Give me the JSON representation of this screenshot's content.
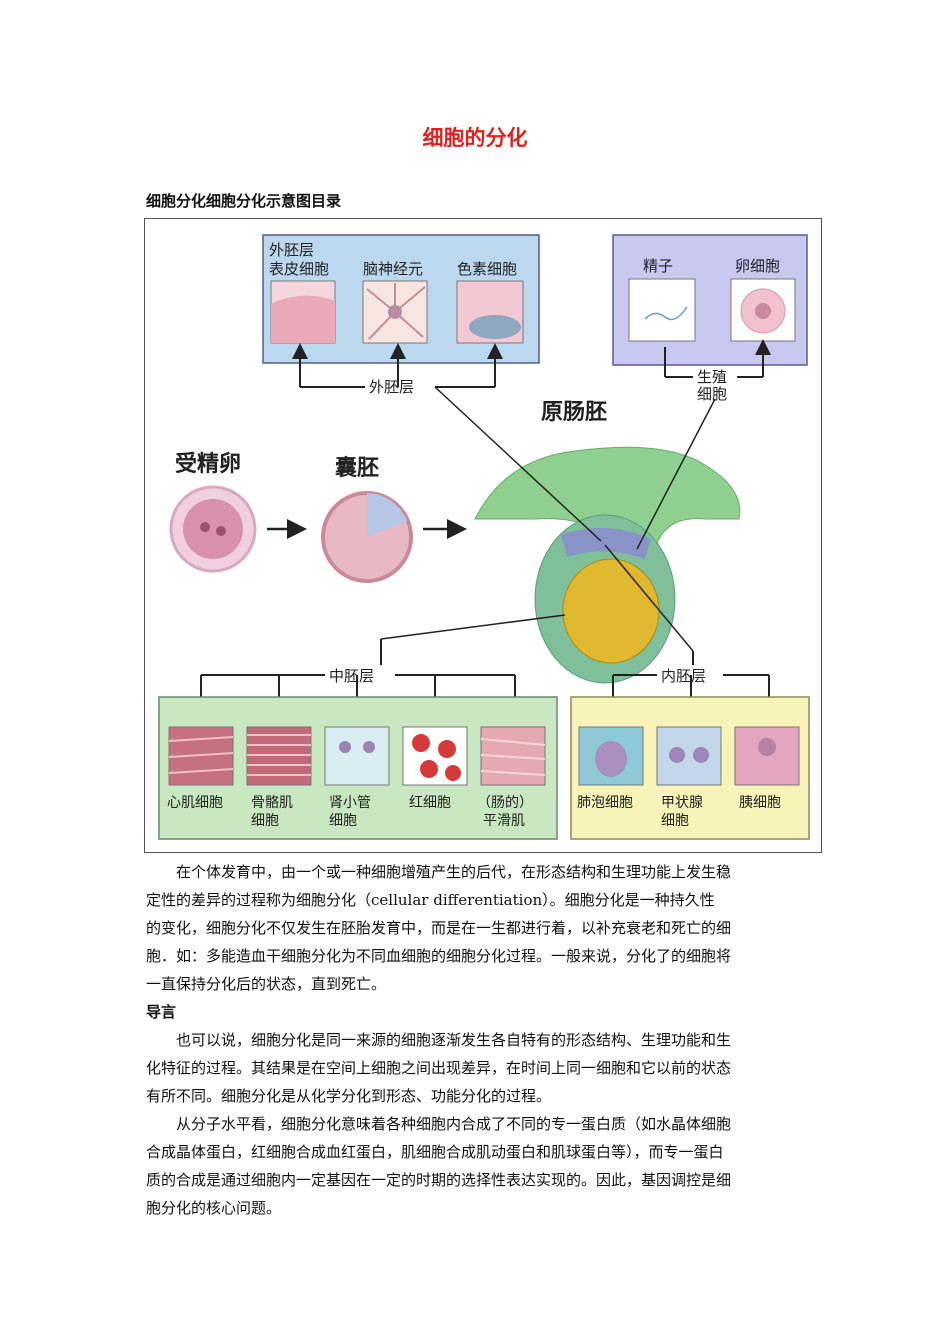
{
  "doc": {
    "title": "细胞的分化",
    "subtitle": "细胞分化细胞分化示意图目录"
  },
  "figure": {
    "ectoderm_box": {
      "label_1": "外胚层",
      "label_2": "表皮细胞",
      "label_3": "脑神经元",
      "label_4": "色素细胞"
    },
    "ectoderm": "外胚层",
    "germ_box": {
      "sperm": "精子",
      "egg": "卵细胞"
    },
    "germ_line_1": "生殖",
    "germ_line_2": "细胞",
    "gastrula": "原肠胚",
    "zygote": "受精卵",
    "blastula": "囊胚",
    "mesoderm": "中胚层",
    "endoderm": "内胚层",
    "meso_cells": {
      "c1": "心肌细胞",
      "c2a": "骨骼肌",
      "c2b": "细胞",
      "c3a": "肾小管",
      "c3b": "细胞",
      "c4": "红细胞",
      "c5a": "（肠的）",
      "c5b": "平滑肌"
    },
    "endo_cells": {
      "e1": "肺泡细胞",
      "e2a": "甲状腺",
      "e2b": "细胞",
      "e3": "胰细胞"
    }
  },
  "body": {
    "p1_lines": [
      "在个体发育中，由一个或一种细胞增殖产生的后代，在形态结构和生理功能上发生稳",
      "定性的差异的过程称为细胞分化（cellular differentiation）。细胞分化是一种持久性",
      "的变化，细胞分化不仅发生在胚胎发育中，而是在一生都进行着，以补充衰老和死亡的细",
      "胞．如：多能造血干细胞分化为不同血细胞的细胞分化过程。一般来说，分化了的细胞将",
      "一直保持分化后的状态，直到死亡。"
    ],
    "heading": "导言",
    "p2_lines": [
      "也可以说，细胞分化是同一来源的细胞逐渐发生各自特有的形态结构、生理功能和生",
      "化特征的过程。其结果是在空间上细胞之间出现差异，在时间上同一细胞和它以前的状态",
      "有所不同。细胞分化是从化学分化到形态、功能分化的过程。"
    ],
    "p3_lines": [
      "从分子水平看，细胞分化意味着各种细胞内合成了不同的专一蛋白质（如水晶体细胞",
      "合成晶体蛋白，红细胞合成血红蛋白，肌细胞合成肌动蛋白和肌球蛋白等），而专一蛋白",
      "质的合成是通过细胞内一定基因在一定的时期的选择性表达实现的。因此，基因调控是细",
      "胞分化的核心问题。"
    ]
  }
}
